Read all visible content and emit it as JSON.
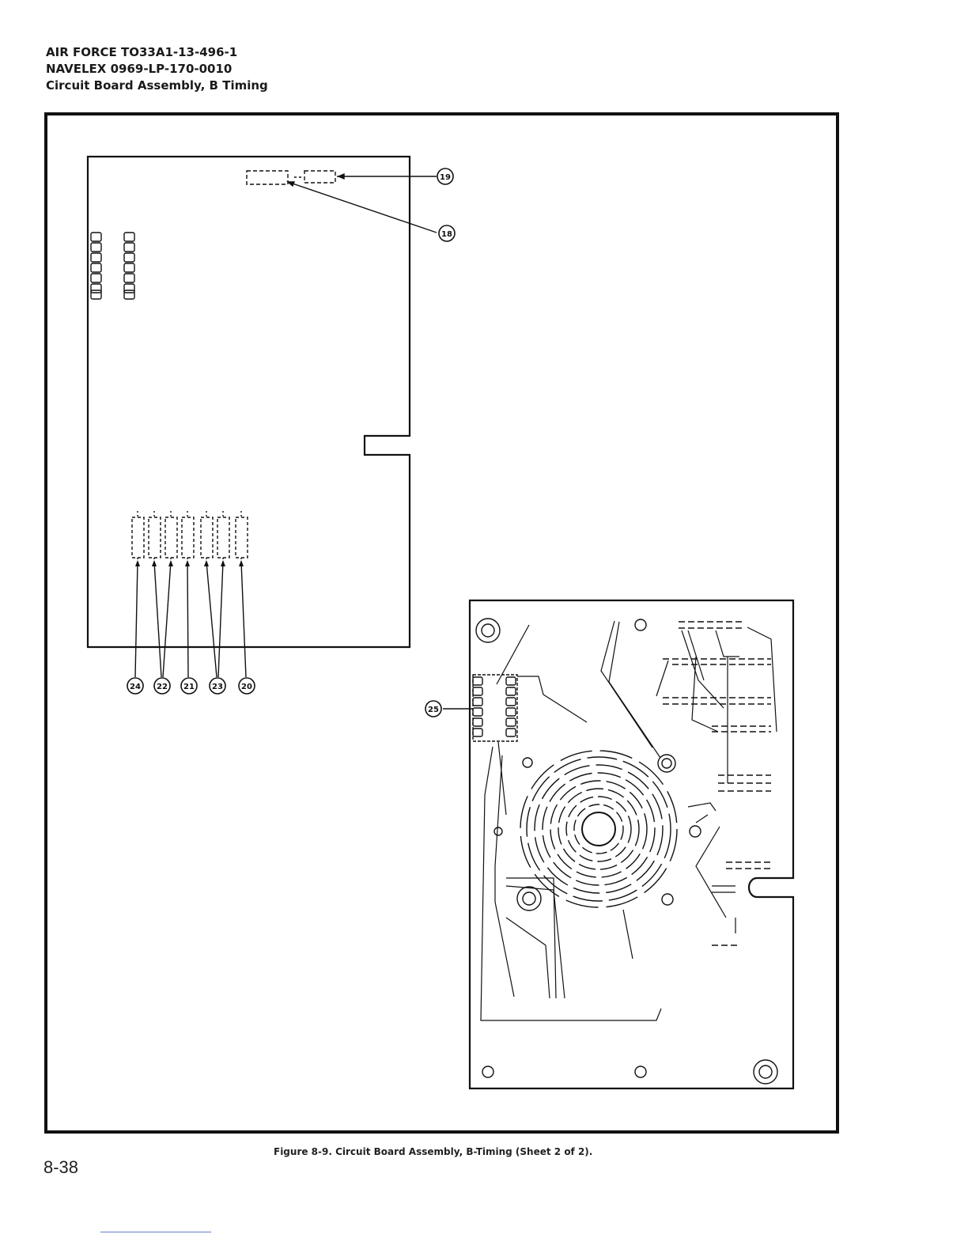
{
  "header": {
    "line1": "AIR FORCE  TO33A1-13-496-1",
    "line2": "NAVELEX  0969-LP-170-0010",
    "line3": "Circuit Board Assembly, B Timing"
  },
  "figure": {
    "caption": "Figure 8-9. Circuit Board Assembly, B-Timing (Sheet 2 of 2).",
    "callouts": [
      "19",
      "18",
      "24",
      "22",
      "21",
      "23",
      "20",
      "25"
    ]
  },
  "page_number": "8-38"
}
